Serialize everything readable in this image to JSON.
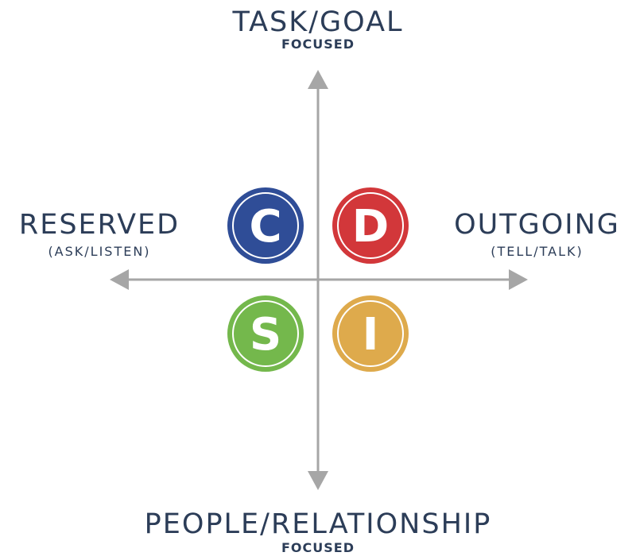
{
  "axes": {
    "top": {
      "title": "TASK/GOAL",
      "subtitle": "FOCUSED"
    },
    "bottom": {
      "title": "PEOPLE/RELATIONSHIP",
      "subtitle": "FOCUSED"
    },
    "left": {
      "title": "RESERVED",
      "subtitle": "(ASK/LISTEN)"
    },
    "right": {
      "title": "OUTGOING",
      "subtitle": "(TELL/TALK)"
    }
  },
  "quadrants": [
    {
      "letter": "C",
      "color": "#2f4d97"
    },
    {
      "letter": "D",
      "color": "#d2373a"
    },
    {
      "letter": "S",
      "color": "#74b84c"
    },
    {
      "letter": "I",
      "color": "#deaa4c"
    }
  ],
  "colors": {
    "text": "#2c3d58",
    "axis": "#a6a6a6"
  }
}
